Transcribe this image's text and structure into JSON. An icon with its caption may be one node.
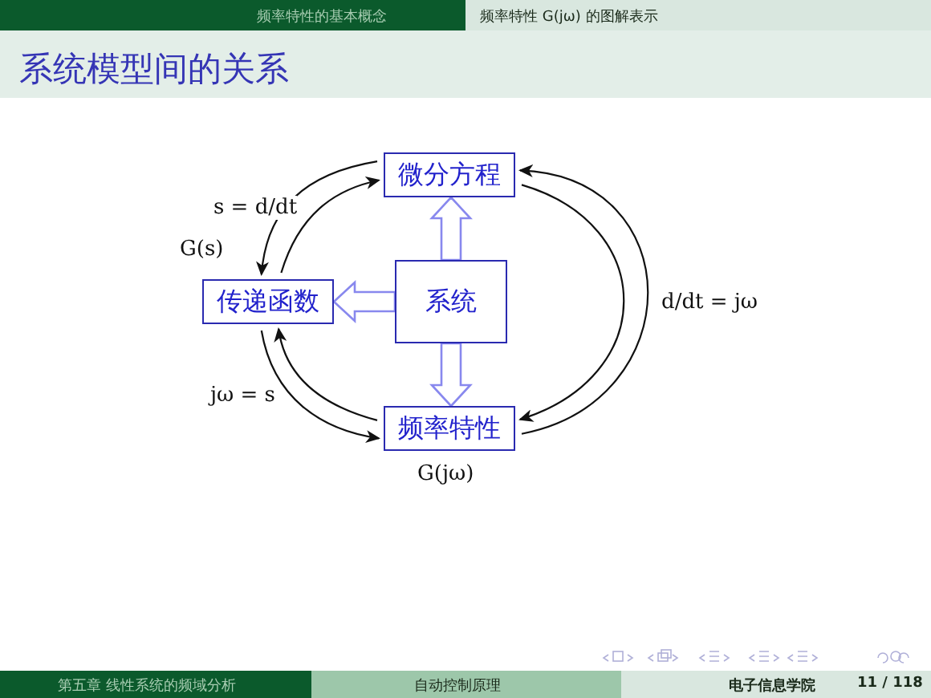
{
  "diagram": {
    "title": "系统模型间的关系",
    "nodes": [
      {
        "text": [
          "微分方程"
        ]
      },
      {
        "text": [
          "传递函数"
        ],
        "beside": [
          "G(s)"
        ]
      },
      {
        "text": [
          "系统"
        ]
      },
      {
        "text": [
          "频率特性"
        ],
        "beside": [
          "G(jω)"
        ]
      }
    ],
    "edges": [
      {
        "from": 2,
        "to": 0,
        "arrow": "to",
        "style": "thick",
        "color": "#8888ee"
      },
      {
        "from": 2,
        "to": 1,
        "arrow": "to",
        "style": "thick",
        "color": "#8888ee"
      },
      {
        "from": 2,
        "to": 3,
        "arrow": "to",
        "style": "thick",
        "color": "#8888ee"
      },
      {
        "from": 0,
        "to": 1,
        "arrow": "to",
        "label": "s = d/dt"
      },
      {
        "from": 1,
        "to": 0,
        "arrow": "to"
      },
      {
        "from": 1,
        "to": 3,
        "arrow": "to",
        "label": "jω = s"
      },
      {
        "from": 3,
        "to": 1,
        "arrow": "to"
      },
      {
        "from": 0,
        "to": 3,
        "arrow": "to"
      },
      {
        "from": 3,
        "to": 0,
        "arrow": "to",
        "label": "d/dt = jω"
      }
    ],
    "labels": [
      "频率特性的基本概念",
      "频率特性 G(jω) 的图解表示",
      "第五章 线性系统的频域分析",
      "自动控制原理",
      "电子信息学院",
      "11 / 118"
    ]
  }
}
